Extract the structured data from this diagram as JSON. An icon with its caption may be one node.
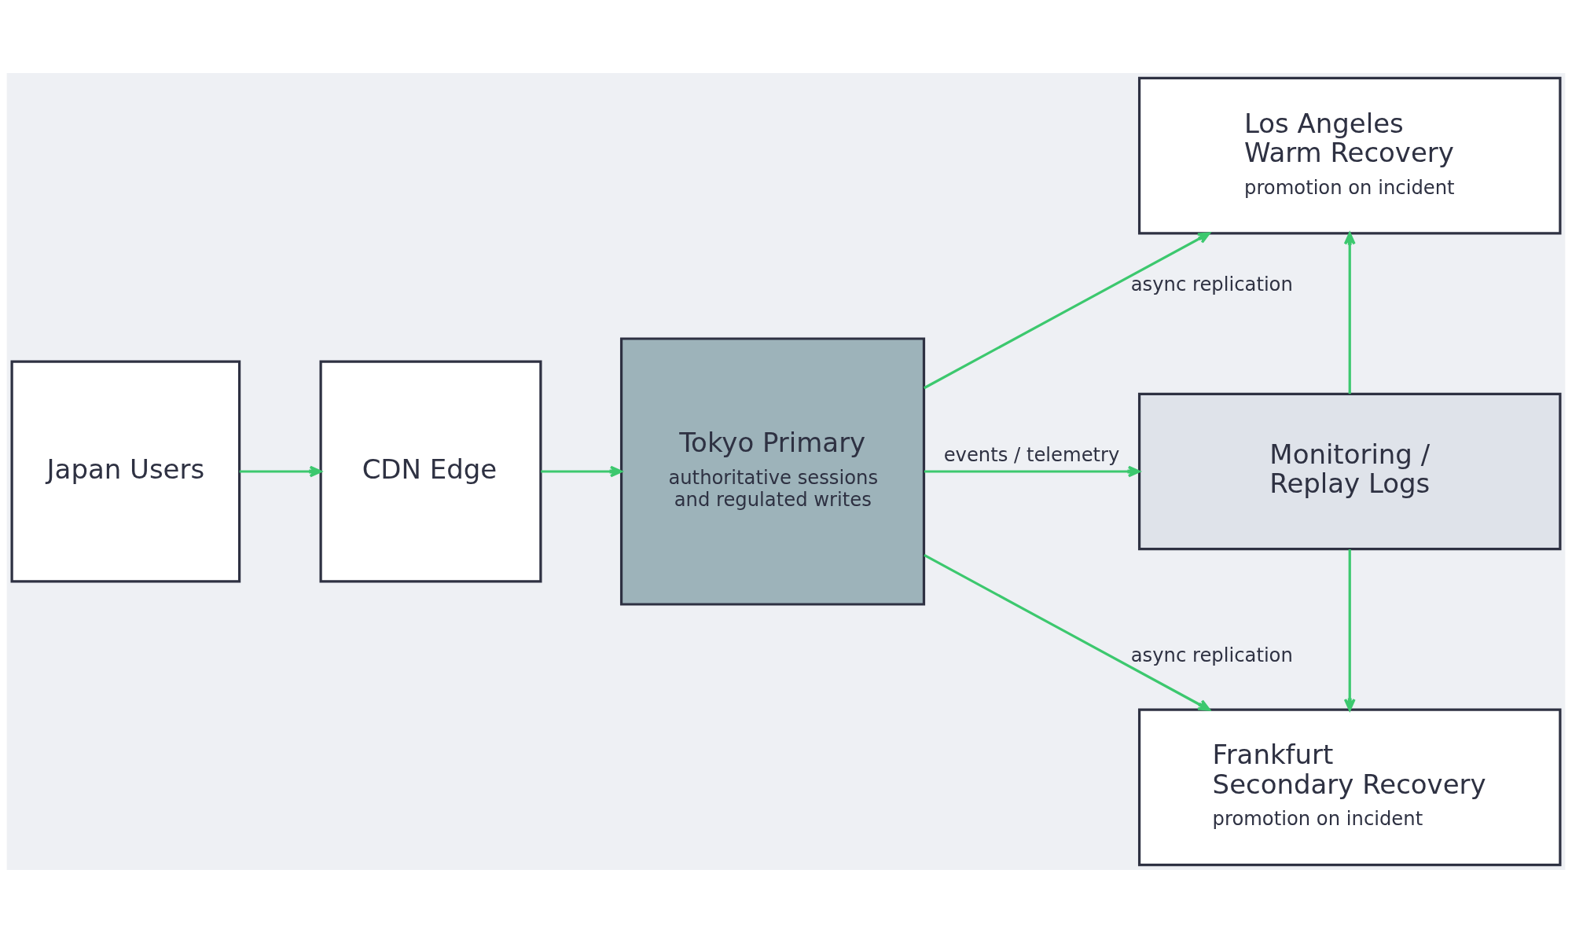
{
  "diagram": {
    "nodes": [
      {
        "text": [
          "Japan Users"
        ]
      },
      {
        "text": [
          "CDN Edge"
        ]
      },
      {
        "text": [
          "Tokyo Primary",
          "authoritative sessions and regulated writes"
        ]
      },
      {
        "text": [
          "Los Angeles Warm Recovery",
          "promotion on incident"
        ]
      },
      {
        "text": [
          "Monitoring / Replay Logs"
        ]
      },
      {
        "text": [
          "Frankfurt Secondary Recovery",
          "promotion on incident"
        ]
      }
    ],
    "edges": [
      {
        "from": 0,
        "to": 1,
        "arrow": "to"
      },
      {
        "from": 1,
        "to": 2,
        "arrow": "to"
      },
      {
        "from": 2,
        "to": 3,
        "arrow": "to",
        "label": "async replication"
      },
      {
        "from": 2,
        "to": 4,
        "arrow": "to",
        "label": "events / telemetry"
      },
      {
        "from": 4,
        "to": 3,
        "arrow": "to"
      },
      {
        "from": 4,
        "to": 5,
        "arrow": "to"
      },
      {
        "from": 2,
        "to": 5,
        "arrow": "to",
        "label": "async replication"
      }
    ]
  }
}
